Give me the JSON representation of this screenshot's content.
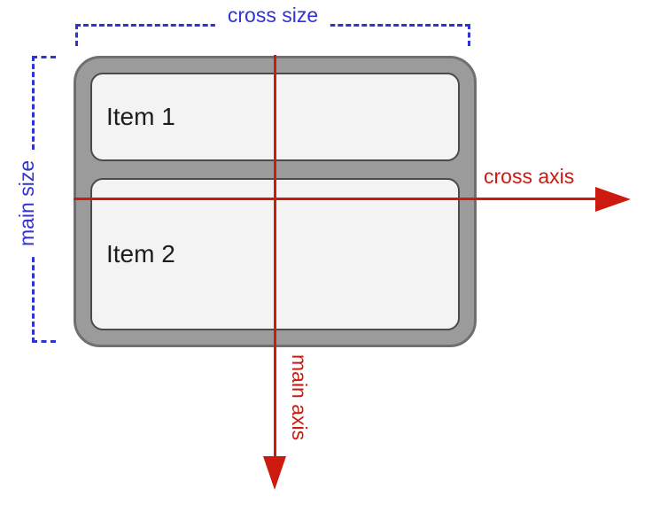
{
  "diagram": {
    "items": [
      {
        "label": "Item 1"
      },
      {
        "label": "Item 2"
      }
    ],
    "labels": {
      "cross_size": "cross size",
      "main_size": "main size",
      "cross_axis": "cross axis",
      "main_axis": "main axis"
    },
    "colors": {
      "size-blue": "#3232d2",
      "axis-red": "#cc1a0f",
      "container-fill": "#9b9b9b",
      "container-border": "#6f6f6f",
      "item-fill": "#f3f3f3",
      "item-border": "#4b4b4b"
    }
  }
}
